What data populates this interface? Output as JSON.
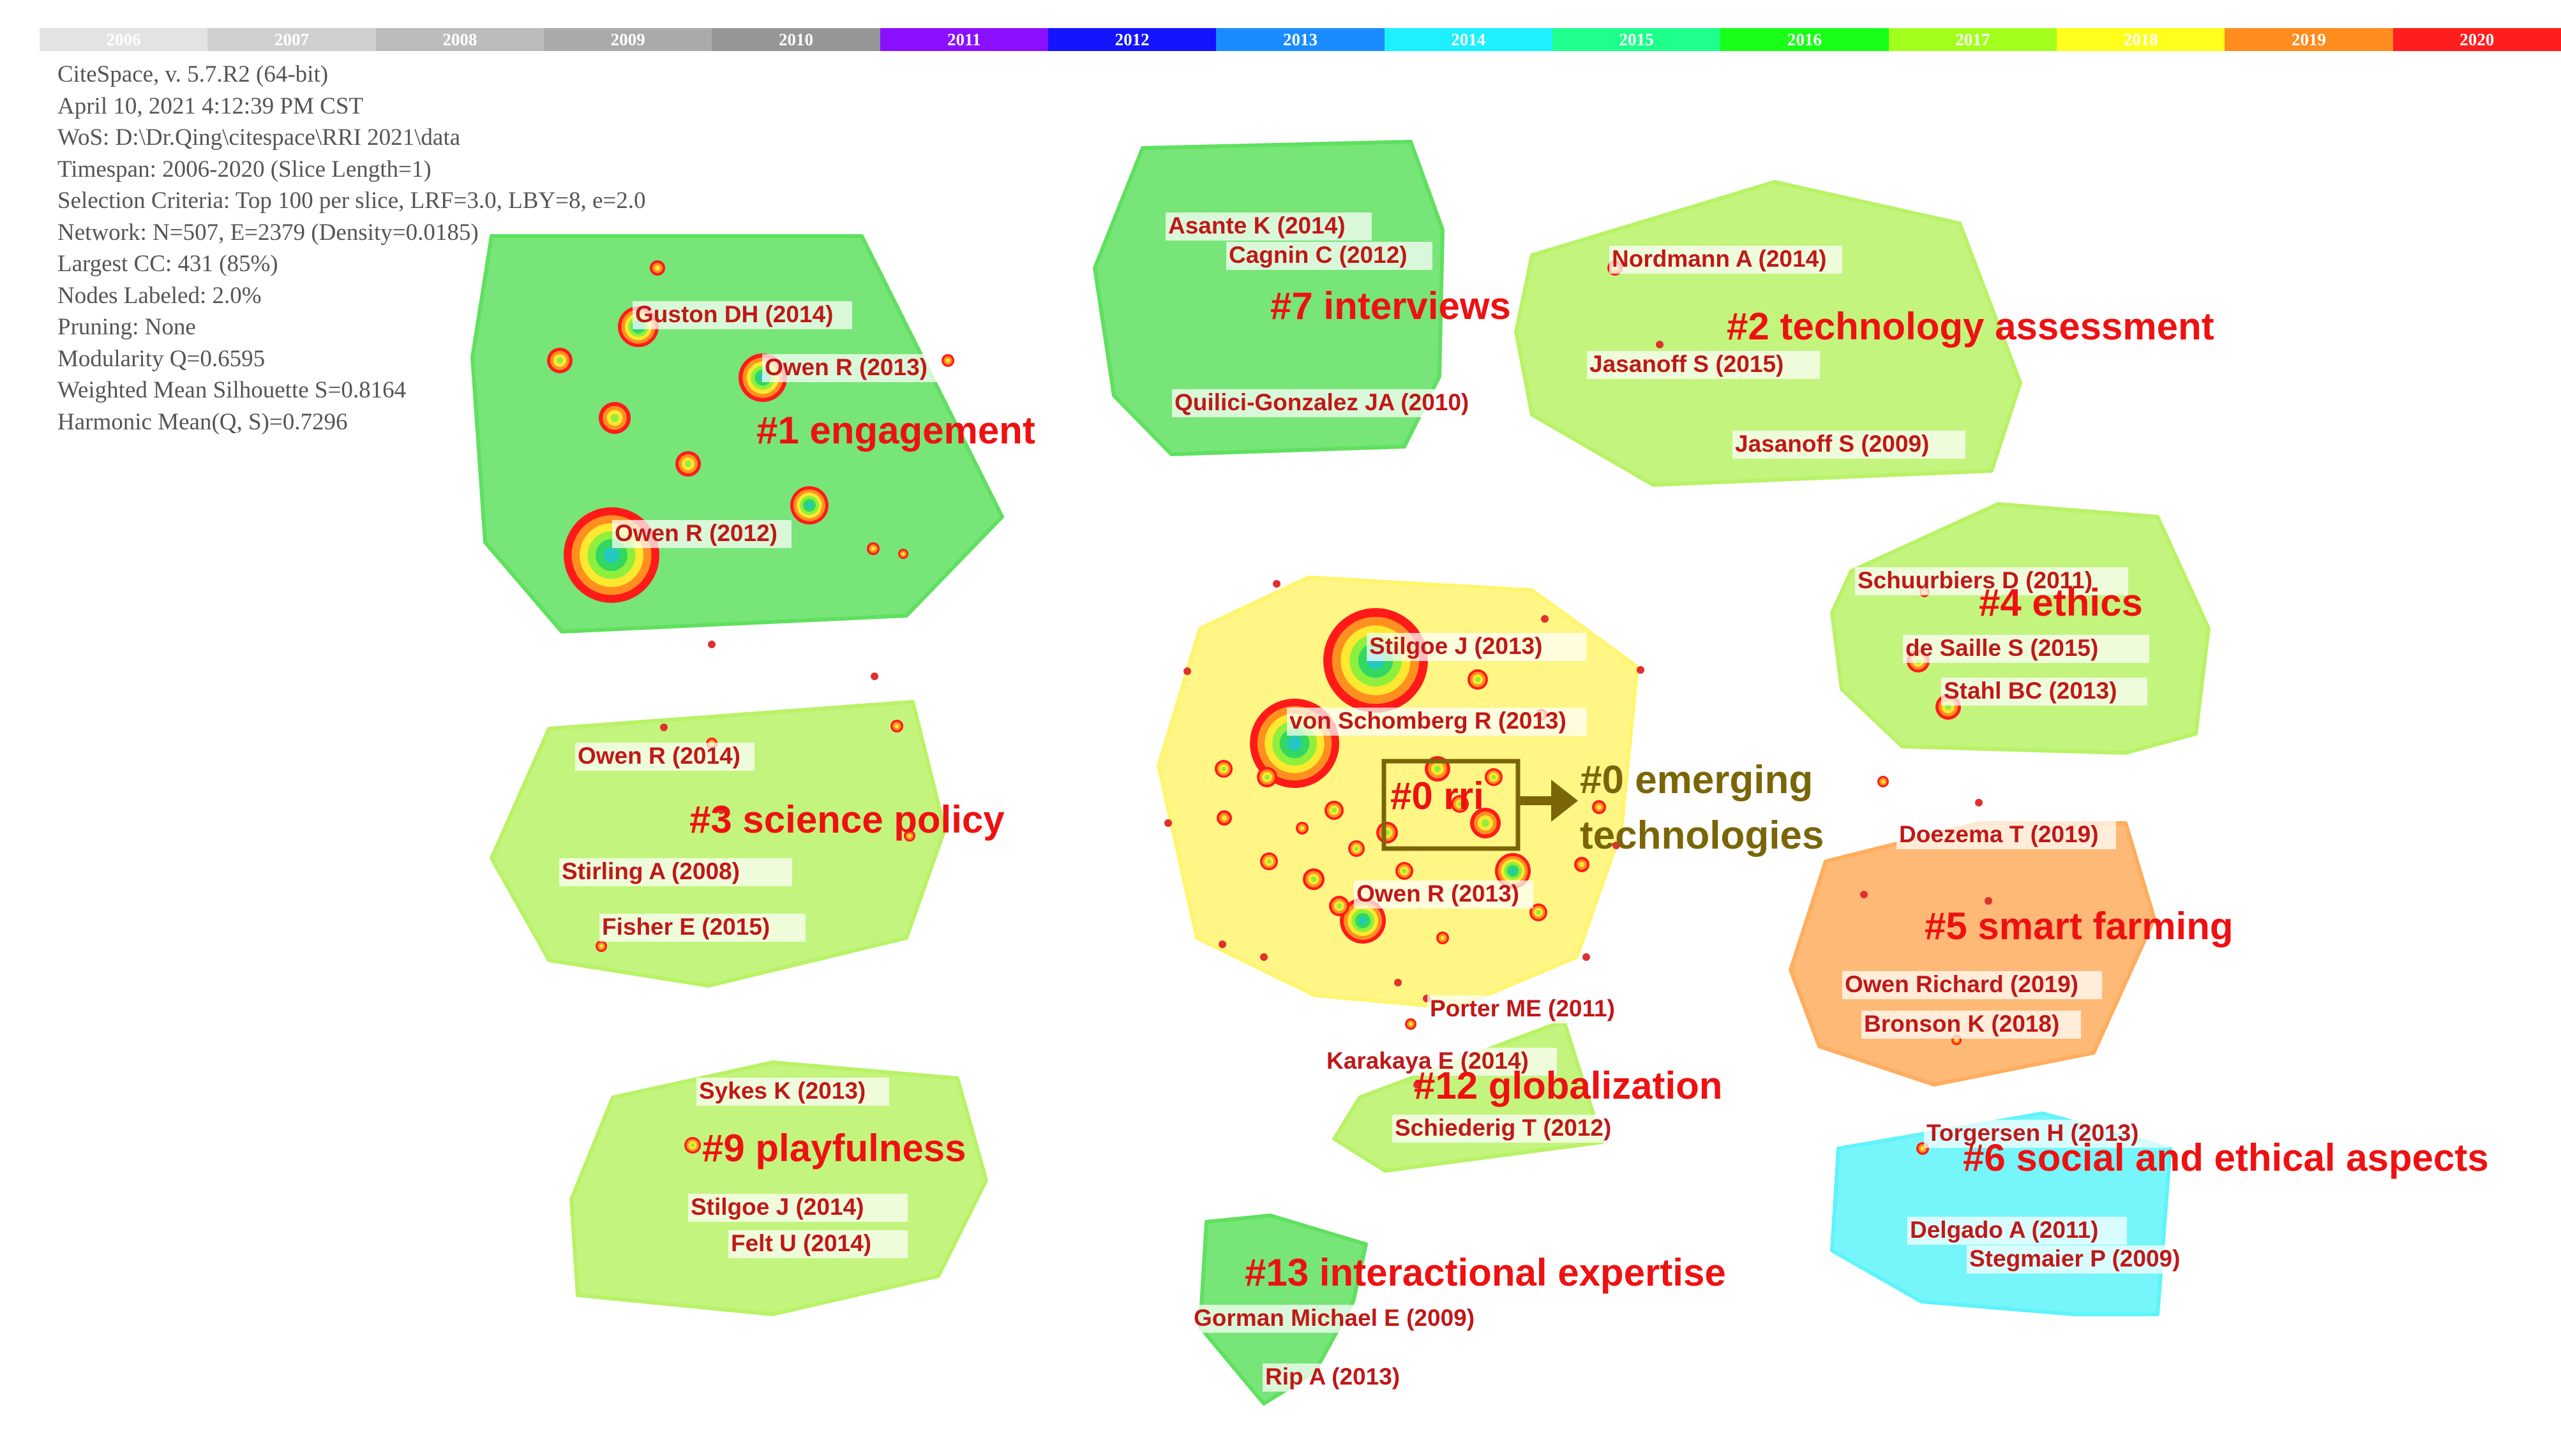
{
  "timeline": [
    {
      "year": "2006",
      "color": "#e3e3e3",
      "text_color": "#ffffff"
    },
    {
      "year": "2007",
      "color": "#cfcfcf",
      "text_color": "#ffffff"
    },
    {
      "year": "2008",
      "color": "#bcbcbc",
      "text_color": "#ffffff"
    },
    {
      "year": "2009",
      "color": "#aaaaaa",
      "text_color": "#ffffff"
    },
    {
      "year": "2010",
      "color": "#969696",
      "text_color": "#ffffff"
    },
    {
      "year": "2011",
      "color": "#8a10ff",
      "text_color": "#ffffff"
    },
    {
      "year": "2012",
      "color": "#1414ff",
      "text_color": "#ffffff"
    },
    {
      "year": "2013",
      "color": "#1a8cff",
      "text_color": "#ffffff"
    },
    {
      "year": "2014",
      "color": "#1ef0ff",
      "text_color": "#ffffff"
    },
    {
      "year": "2015",
      "color": "#1eff8c",
      "text_color": "#ffffff"
    },
    {
      "year": "2016",
      "color": "#19ff19",
      "text_color": "#ffffff"
    },
    {
      "year": "2017",
      "color": "#a2ff1e",
      "text_color": "#ffffff"
    },
    {
      "year": "2018",
      "color": "#ffff1e",
      "text_color": "#ffffff"
    },
    {
      "year": "2019",
      "color": "#ff8c1e",
      "text_color": "#ffffff"
    },
    {
      "year": "2020",
      "color": "#ff1e1e",
      "text_color": "#ffffff"
    }
  ],
  "metadata": [
    "CiteSpace, v. 5.7.R2 (64-bit)",
    "April 10, 2021 4:12:39 PM CST",
    "WoS: D:\\Dr.Qing\\citespace\\RRI 2021\\data",
    "Timespan: 2006-2020  (Slice Length=1)",
    "Selection Criteria: Top 100 per slice, LRF=3.0, LBY=8, e=2.0",
    "Network: N=507, E=2379  (Density=0.0185)",
    "Largest CC: 431 (85%)",
    "Nodes Labeled: 2.0%",
    "Pruning: None",
    "Modularity Q=0.6595",
    "Weighted Mean Silhouette S=0.8164",
    "Harmonic Mean(Q, S)=0.7296"
  ],
  "clusters": [
    {
      "id": "c1",
      "label": "#1 engagement",
      "fill": "#5fe05f",
      "year": "2016"
    },
    {
      "id": "c7",
      "label": "#7 interviews",
      "fill": "#5fe05f",
      "year": "2016"
    },
    {
      "id": "c2",
      "label": "#2 technology assessment",
      "fill": "#b9f266",
      "year": "2017"
    },
    {
      "id": "c4",
      "label": "#4 ethics",
      "fill": "#b9f266",
      "year": "2017"
    },
    {
      "id": "c3",
      "label": "#3 science policy",
      "fill": "#b9f266",
      "year": "2017"
    },
    {
      "id": "c0",
      "label": "#0 rri",
      "fill": "#fff570",
      "year": "2018"
    },
    {
      "id": "c5",
      "label": "#5 smart farming",
      "fill": "#ffad5e",
      "year": "2019"
    },
    {
      "id": "c12",
      "label": "#12 globalization",
      "fill": "#b9f266",
      "year": "2017"
    },
    {
      "id": "c9",
      "label": "#9 playfulness",
      "fill": "#b9f266",
      "year": "2017"
    },
    {
      "id": "c6",
      "label": "#6 social and ethical aspects",
      "fill": "#5ef4fa",
      "year": "2014"
    },
    {
      "id": "c13",
      "label": "#13 interactional expertise",
      "fill": "#5fe05f",
      "year": "2016"
    }
  ],
  "callout": {
    "line1": "#0 emerging",
    "line2": "technologies",
    "color": "#7a6608"
  },
  "node_labels": [
    "Guston DH (2014)",
    "Owen R (2013)",
    "Owen R (2012)",
    "Asante K (2014)",
    "Cagnin C (2012)",
    "Quilici-Gonzalez JA (2010)",
    "Nordmann A (2014)",
    "Jasanoff S (2015)",
    "Jasanoff S (2009)",
    "Schuurbiers D (2011)",
    "de Saille S (2015)",
    "Stahl BC (2013)",
    "Stilgoe J (2013)",
    "von Schomberg R (2013)",
    "Owen R (2013)",
    "Owen R (2014)",
    "Stirling A (2008)",
    "Fisher E (2015)",
    "Doezema T (2019)",
    "Owen Richard (2019)",
    "Bronson K (2018)",
    "Porter ME (2011)",
    "Karakaya E (2014)",
    "Schiederig T (2012)",
    "Sykes K (2013)",
    "Stilgoe J (2014)",
    "Felt U (2014)",
    "Torgersen H (2013)",
    "Delgado A (2011)",
    "Stegmaier P (2009)",
    "Gorman Michael E (2009)",
    "Rip A (2013)"
  ],
  "colors": {
    "label_red": "#ee1111",
    "node_label": "#c01818",
    "meta_text": "#555555"
  }
}
